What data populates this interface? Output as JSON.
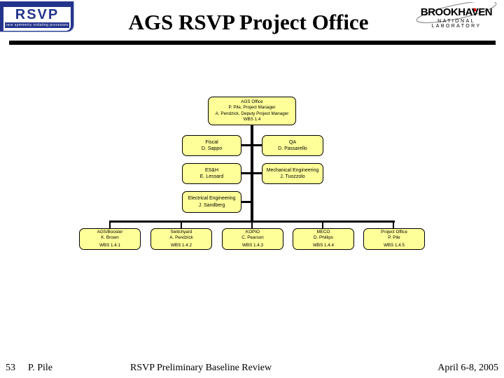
{
  "header": {
    "title": "AGS RSVP Project Office",
    "rsvp_logo": {
      "text": "RSVP",
      "tagline": "rare symmetry violating processes",
      "accent_color": "#24348C"
    },
    "bnl_logo": {
      "line1": "BROOKHAVEN",
      "line2": "NATIONAL LABORATORY"
    }
  },
  "org_chart": {
    "box_fill": "#FFFF99",
    "box_border": "#000000",
    "root": {
      "lines": [
        "AGS Office",
        "P. Pile, Project Manager",
        "A. Pendzick, Deputy Project Manager",
        "WBS 1.4"
      ]
    },
    "fiscal": {
      "title": "Fiscal",
      "name": "D. Sappo"
    },
    "qa": {
      "title": "QA",
      "name": "D. Passarello"
    },
    "esh": {
      "title": "ES&H",
      "name": "E. Lessard"
    },
    "mech": {
      "title": "Mechanical Engineering",
      "name": "J. Tuozzolo"
    },
    "elec": {
      "title": "Electrical Engineering",
      "name": "J. Sandberg"
    },
    "bottom": [
      {
        "title": "AGS/Booster",
        "name": "K. Brown",
        "wbs": "WBS 1.4.1"
      },
      {
        "title": "Switchyard",
        "name": "A. Pendzick",
        "wbs": "WBS 1.4.2"
      },
      {
        "title": "KOPIO",
        "name": "C. Pearson",
        "wbs": "WBS 1.4.3"
      },
      {
        "title": "MECO",
        "name": "D. Phillips",
        "wbs": "WBS 1.4.4"
      },
      {
        "title": "Project Office",
        "name": "P. Pile",
        "wbs": "WBS 1.4.5"
      }
    ]
  },
  "footer": {
    "page_number": "53",
    "author": "P. Pile",
    "center": "RSVP Preliminary Baseline Review",
    "date": "April 6-8, 2005"
  }
}
